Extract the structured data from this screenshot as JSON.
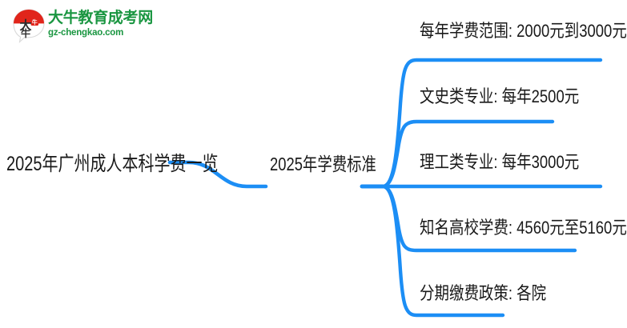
{
  "logo": {
    "mark_text": "大牛",
    "name": "大牛教育成考网",
    "url": "gz-chengkao.com",
    "green": "#1a9641",
    "red": "#e1251b"
  },
  "mindmap": {
    "accent_color": "#1c8ef5",
    "text_color": "#191919",
    "root": {
      "label": "2025年广州成人本科学费一览"
    },
    "middle": {
      "label": "2025年学费标准"
    },
    "leaves": [
      {
        "label": "每年学费范围: 2000元到3000元"
      },
      {
        "label": "文史类专业: 每年2500元"
      },
      {
        "label": "理工类专业: 每年3000元"
      },
      {
        "label": "知名高校学费: 4560元至5160元"
      },
      {
        "label": "分期缴费政策: 各院"
      }
    ]
  }
}
